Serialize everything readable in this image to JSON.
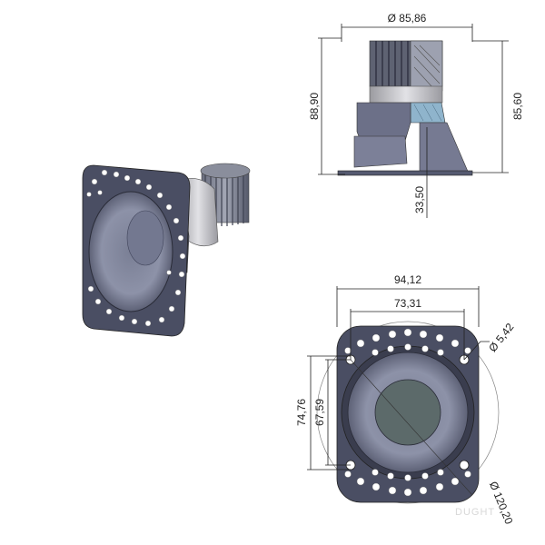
{
  "dimensions": {
    "side_view": {
      "top_diameter": "Ø 85,86",
      "total_height": "88,90",
      "body_height": "85,60",
      "flange_depth": "33,50"
    },
    "front_view": {
      "outer_width": "94,12",
      "hole_spacing_h": "73,31",
      "hole_diameter": "Ø 5,42",
      "outer_height": "74,76",
      "hole_spacing_v": "67,59",
      "cutout_diameter": "Ø 120,20"
    }
  },
  "watermark": "DUGHT",
  "colors": {
    "body_dark": "#4a4e63",
    "body_mid": "#6b6f86",
    "reflector": "#8d92a8",
    "lens": "#5c6a6a",
    "ring": "#c8c8cc",
    "line": "#222222"
  }
}
